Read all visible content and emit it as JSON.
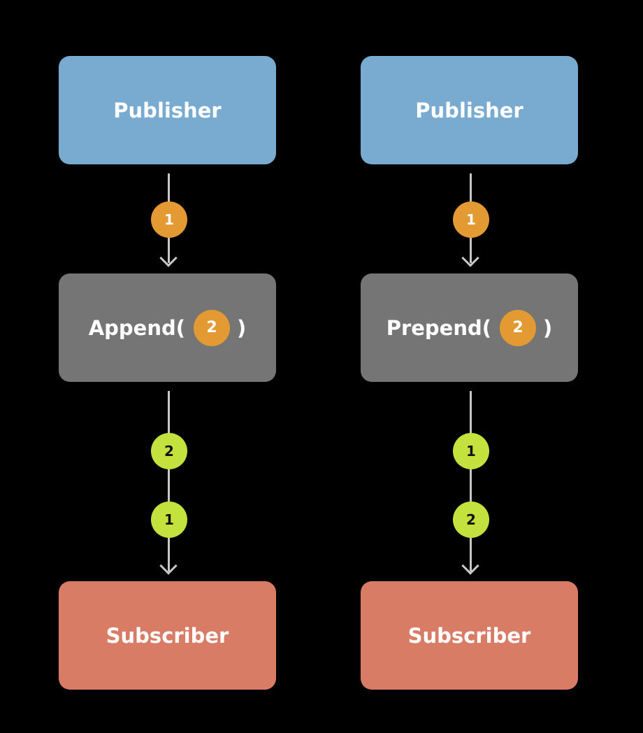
{
  "left": {
    "publisher": "Publisher",
    "operator_name": "Append(",
    "operator_arg": "2",
    "operator_close": ")",
    "subscriber": "Subscriber",
    "input_events": [
      "1"
    ],
    "output_events": [
      "2",
      "1"
    ]
  },
  "right": {
    "publisher": "Publisher",
    "operator_name": "Prepend(",
    "operator_arg": "2",
    "operator_close": ")",
    "subscriber": "Subscriber",
    "input_events": [
      "1"
    ],
    "output_events": [
      "1",
      "2"
    ]
  },
  "colors": {
    "background": "#000000",
    "publisher": "#79aad0",
    "operator": "#757575",
    "subscriber": "#d97c65",
    "input_event": "#e49a32",
    "output_event": "#c4e23d",
    "connector": "#c8c8c8"
  }
}
